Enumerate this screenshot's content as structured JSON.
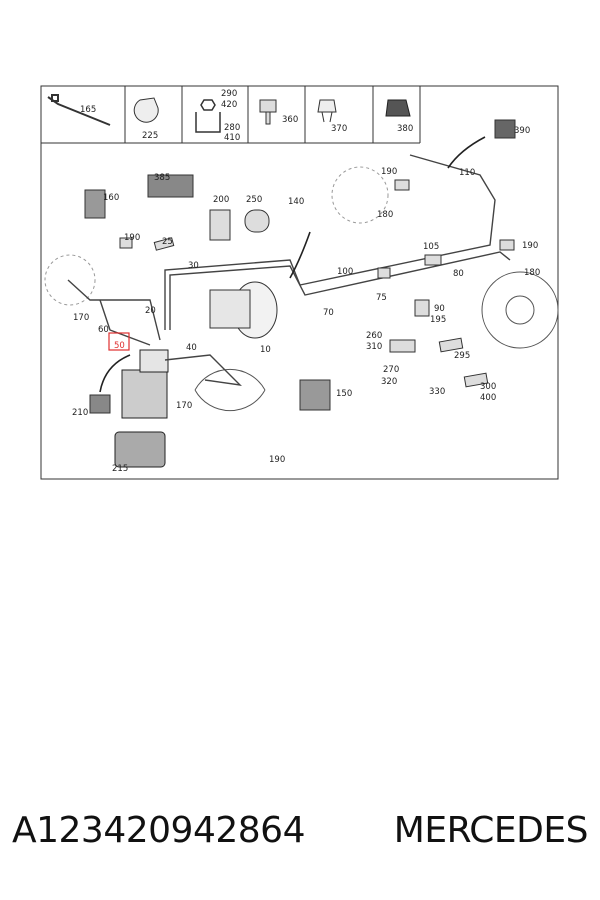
{
  "diagram": {
    "legend_parts": [
      "165",
      "225",
      "290",
      "420",
      "280",
      "410",
      "360",
      "370",
      "380"
    ],
    "callouts": [
      "390",
      "110",
      "190",
      "180",
      "160",
      "385",
      "200",
      "250",
      "140",
      "190",
      "25",
      "105",
      "30",
      "100",
      "190",
      "180",
      "80",
      "170",
      "60",
      "20",
      "70",
      "75",
      "90",
      "195",
      "260",
      "310",
      "50",
      "40",
      "10",
      "295",
      "270",
      "320",
      "330",
      "300",
      "400",
      "210",
      "170",
      "150",
      "190",
      "215"
    ],
    "highlighted_part": "50",
    "highlight_color": "#e03030"
  },
  "caption": {
    "part_number": "A123420942864",
    "brand": "MERCEDES"
  }
}
